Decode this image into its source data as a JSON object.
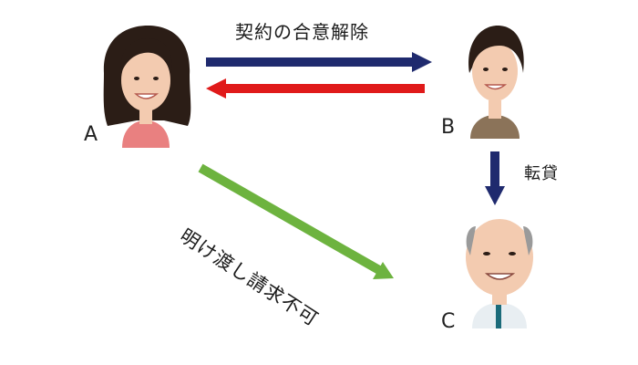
{
  "nodes": {
    "a": {
      "label": "A"
    },
    "b": {
      "label": "B"
    },
    "c": {
      "label": "C"
    }
  },
  "edges": {
    "a_to_b": {
      "label": "契約の合意解除",
      "color": "#1f2a6e"
    },
    "b_to_a": {
      "color": "#e01a1a"
    },
    "b_to_c": {
      "label": "転貸",
      "color": "#1f2a6e"
    },
    "a_to_c": {
      "label": "明け渡し請求不可",
      "color": "#6db33f"
    }
  },
  "colors": {
    "background": "#ffffff",
    "skin": "#f3cbb0",
    "hair_dark": "#2b1d16",
    "hair_gray": "#9a9a9a",
    "shirt_pink": "#e98080",
    "shirt_brown": "#8b7359",
    "shirt_white": "#e8eef2",
    "tie_teal": "#1b6b7a"
  }
}
